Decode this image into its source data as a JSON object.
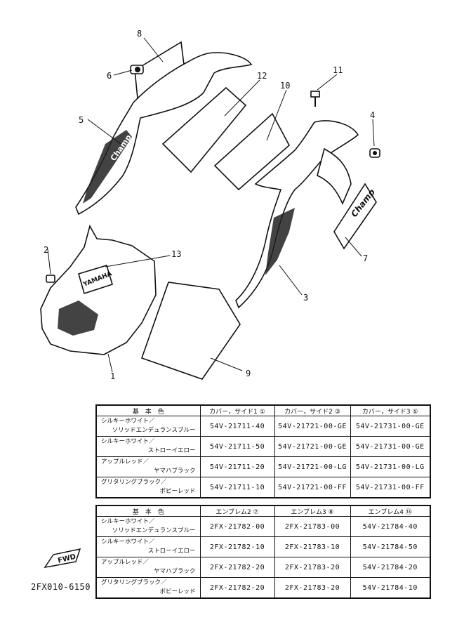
{
  "callouts": {
    "c1": "1",
    "c2": "2",
    "c3": "3",
    "c4": "4",
    "c5": "5",
    "c6": "6",
    "c7": "7",
    "c8": "8",
    "c9": "9",
    "c10": "10",
    "c11": "11",
    "c12": "12",
    "c13": "13"
  },
  "emblems": {
    "yamaha": "YAMAHA",
    "champ_left": "Champ",
    "champ_right": "Champ"
  },
  "fwd_label": "FWD",
  "diagram_code": "2FX010-6150",
  "cover_table": {
    "headers": [
      "基　本　色",
      "カバー，サイド1 ①",
      "カバー，サイド2 ③",
      "カバー，サイド3 ⑤"
    ],
    "rows": [
      {
        "color_l1": "シルキーホワイト／",
        "color_l2": "ソリッドエンデュランスブルー",
        "p1": "54V-21711-40",
        "p2": "54V-21721-00-GE",
        "p3": "54V-21731-00-GE"
      },
      {
        "color_l1": "シルキーホワイト／",
        "color_l2": "ストローイエロー",
        "p1": "54V-21711-50",
        "p2": "54V-21721-00-GE",
        "p3": "54V-21731-00-GE"
      },
      {
        "color_l1": "アップルレッド／",
        "color_l2": "ヤマハブラック",
        "p1": "54V-21711-20",
        "p2": "54V-21721-00-LG",
        "p3": "54V-21731-00-LG"
      },
      {
        "color_l1": "グリタリングブラック／",
        "color_l2": "ボビーレッド",
        "p1": "54V-21711-10",
        "p2": "54V-21721-00-FF",
        "p3": "54V-21731-00-FF"
      }
    ]
  },
  "emblem_table": {
    "headers": [
      "基　本　色",
      "エンブレム2 ⑦",
      "エンブレム3 ⑧",
      "エンブレム4 ⑬"
    ],
    "rows": [
      {
        "color_l1": "シルキーホワイト／",
        "color_l2": "ソリッドエンデュランスブルー",
        "p1": "2FX-21782-00",
        "p2": "2FX-21783-00",
        "p3": "54V-21784-40"
      },
      {
        "color_l1": "シルキーホワイト／",
        "color_l2": "ストローイエロー",
        "p1": "2FX-21782-10",
        "p2": "2FX-21783-10",
        "p3": "54V-21784-50"
      },
      {
        "color_l1": "アップルレッド／",
        "color_l2": "ヤマハブラック",
        "p1": "2FX-21782-20",
        "p2": "2FX-21783-20",
        "p3": "54V-21784-20"
      },
      {
        "color_l1": "グリタリングブラック／",
        "color_l2": "ボビーレッド",
        "p1": "2FX-21782-20",
        "p2": "2FX-21783-20",
        "p3": "54V-21784-10"
      }
    ]
  }
}
